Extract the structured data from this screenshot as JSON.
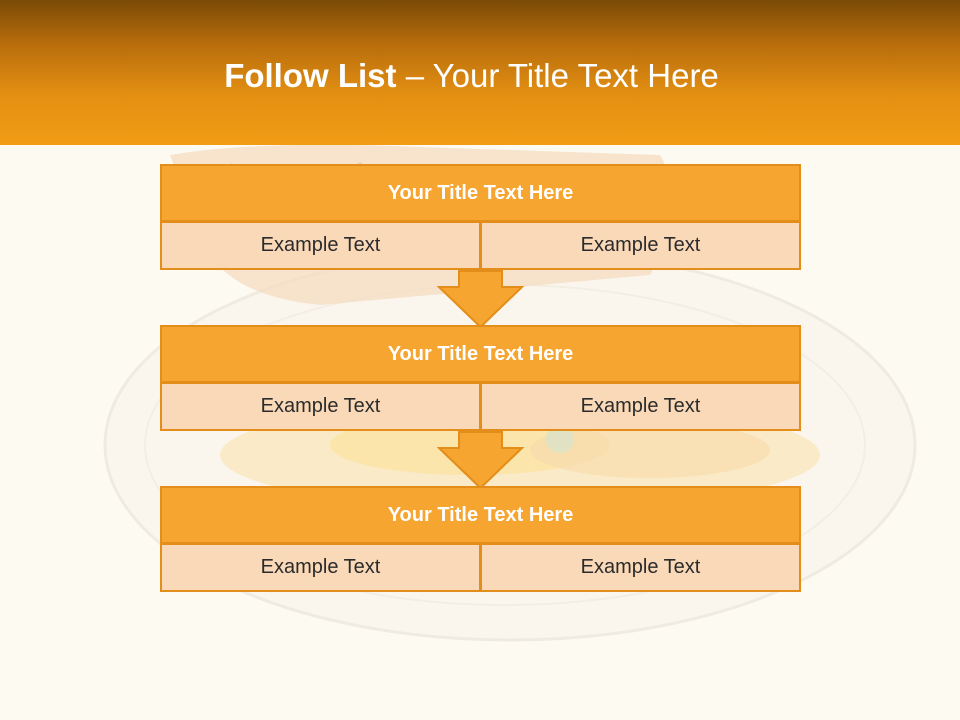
{
  "slide": {
    "title_bold": "Follow List",
    "title_rest": "  – Your Title Text Here"
  },
  "blocks": [
    {
      "title": "Your Title Text Here",
      "left": "Example Text",
      "right": "Example Text"
    },
    {
      "title": "Your Title Text Here",
      "left": "Example Text",
      "right": "Example Text"
    },
    {
      "title": "Your Title Text Here",
      "left": "Example Text",
      "right": "Example Text"
    }
  ],
  "colors": {
    "header_top": "#7a4a06",
    "header_bottom": "#f29c14",
    "block_title": "#f6a530",
    "block_cell": "#fad9b8",
    "border": "#e38d1a"
  }
}
